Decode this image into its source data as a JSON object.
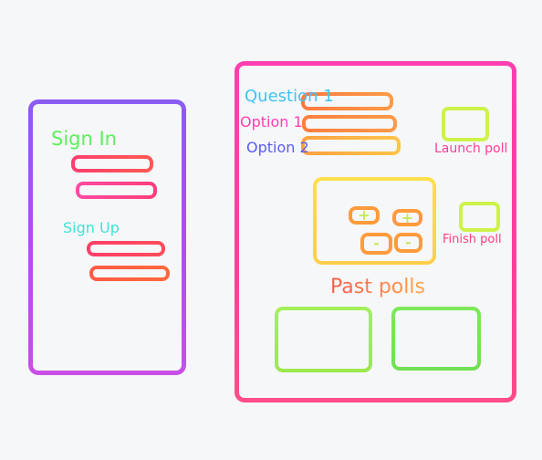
{
  "sign_in": {
    "title": "Sign In",
    "signup_title": "Sign Up"
  },
  "poll_editor": {
    "question_label": "Question 1",
    "option1_label": "Option 1",
    "option2_label": "Option 2",
    "launch_label": "Launch poll",
    "finish_label": "Finish poll",
    "plus_symbol": "+",
    "minus_symbol": "-",
    "past_polls_title": "Past polls"
  },
  "colors": {
    "left_panel": "#9b52f2",
    "right_panel": "#ff3fa8",
    "sign_in_text": "#5df05a",
    "sign_up_text": "#3fe3d8",
    "question_text": "#3fc3f5",
    "option1_text": "#ff3fb0",
    "option2_text": "#5a5cf0",
    "launch_text": "#ff3f9a",
    "finish_text": "#ff3f7a",
    "past_polls_start": "#ff5a4a",
    "past_polls_end": "#ffa64a",
    "fields_red": "#ff4a5e",
    "fields_orange": "#ff8e42",
    "buttons_lime": "#cdf34a",
    "counter_yellow": "#ffd94a",
    "cards_green": "#86e856"
  }
}
